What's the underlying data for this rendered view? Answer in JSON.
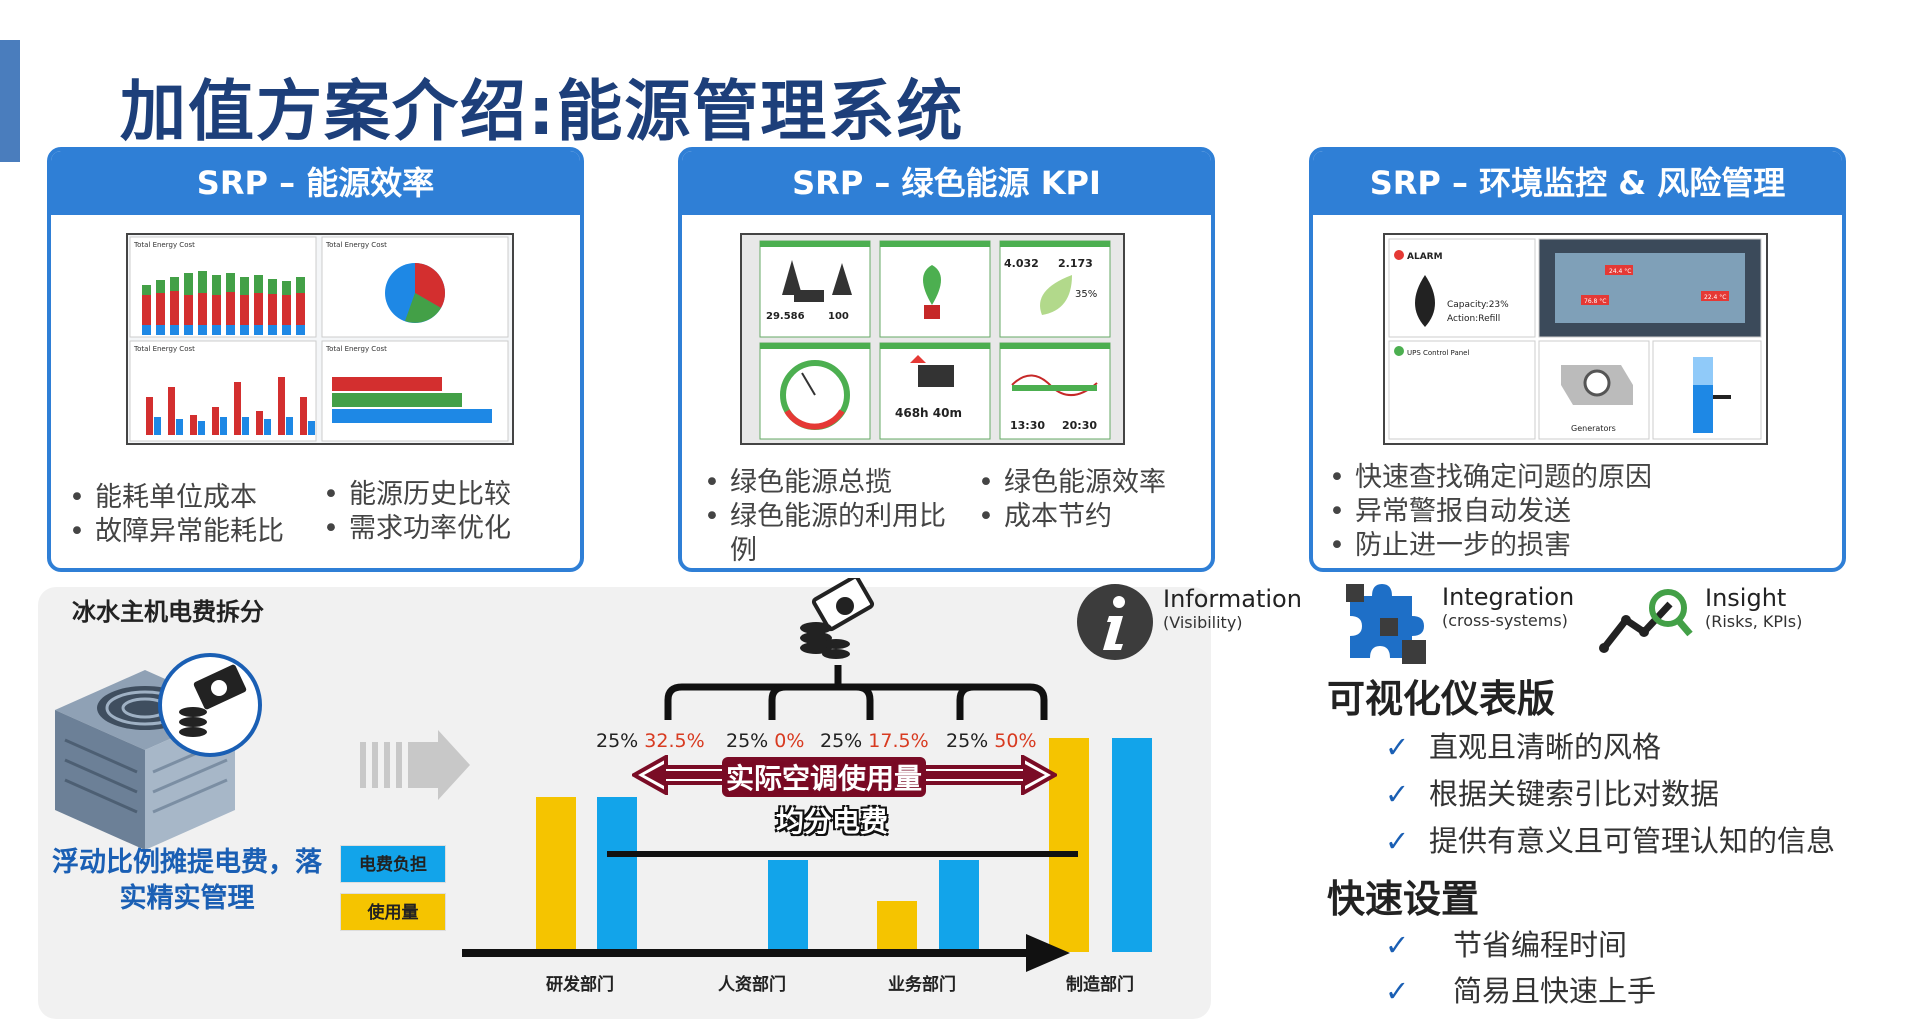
{
  "title": "加值方案介绍:能源管理系统",
  "cards": [
    {
      "heading": "SRP – 能源效率",
      "bullets_left": [
        "能耗单位成本",
        "故障异常能耗比"
      ],
      "bullets_right": [
        "能源历史比较",
        "需求功率优化"
      ]
    },
    {
      "heading": "SRP – 绿色能源 KPI",
      "bullets_left": [
        "绿色能源总揽",
        "绿色能源的利用比例"
      ],
      "bullets_right": [
        "绿色能源效率",
        "成本节约"
      ]
    },
    {
      "heading": "SRP – 环境监控 & 风险管理",
      "bullets": [
        "快速查找确定问题的原因",
        "异常警报自动发送",
        "防止进一步的损害"
      ]
    }
  ],
  "screens": {
    "energy": {
      "panel_title_1": "Total Energy Cost",
      "panel_title_2": "Total Energy Cost",
      "panel_title_3": "Total Energy Cost",
      "panel_title_4": "Total Energy Cost"
    },
    "green": {
      "value_1": "29.586",
      "value_2": "100",
      "value_3": "4.032",
      "value_4": "2.173",
      "pct": "35%",
      "curtailed": "468h 40m",
      "time_1": "13:30",
      "time_2": "20:30"
    },
    "env": {
      "alarm": "ALARM",
      "capacity": "Capacity:23%",
      "action": "Action:Refill",
      "ups": "UPS Control Panel",
      "generators": "Generators",
      "temp_1": "24.4 °C",
      "temp_2": "76.8 °C",
      "temp_3": "22.4 °C"
    }
  },
  "cost_split": {
    "title": "冰水主机电费拆分",
    "float_text": "浮动比例摊提电费，落实精实管理",
    "legend_blue": "电费负担",
    "legend_yellow": "使用量",
    "actual_usage": "实际空调使用量",
    "even_split": "均分电费",
    "pcts": [
      {
        "base": "25%",
        "actual": "32.5%"
      },
      {
        "base": "25%",
        "actual": "0%"
      },
      {
        "base": "25%",
        "actual": "17.5%"
      },
      {
        "base": "25%",
        "actual": "50%"
      }
    ],
    "departments": [
      "研发部门",
      "人资部门",
      "业务部门",
      "制造部门"
    ],
    "colors": {
      "usage": "#f5c400",
      "burden": "#12a4ea",
      "highlight": "#d83b21"
    }
  },
  "features": {
    "information": {
      "label": "Information",
      "sub": "(Visibility)"
    },
    "integration": {
      "label": "Integration",
      "sub": "(cross-systems)"
    },
    "insight": {
      "label": "Insight",
      "sub": "(Risks, KPIs)"
    }
  },
  "dashboard": {
    "heading": "可视化仪表版",
    "items": [
      "直观且清晰的风格",
      "根据关键索引比对数据",
      "提供有意义且可管理认知的信息"
    ]
  },
  "quick_setup": {
    "heading": "快速设置",
    "items": [
      "节省编程时间",
      "简易且快速上手"
    ]
  }
}
